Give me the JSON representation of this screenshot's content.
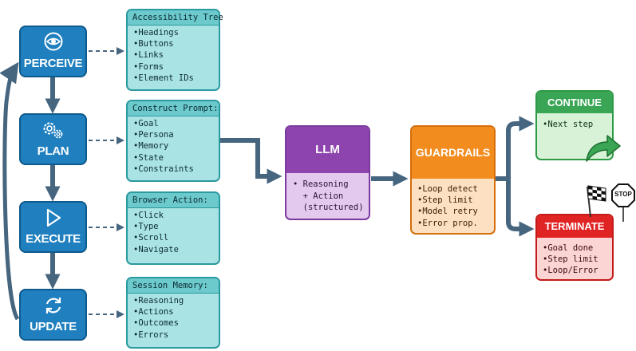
{
  "colors": {
    "stage_fill": "#1f7fbf",
    "panel_fill": "#a9e3e3",
    "llm_accent": "#8e44ad",
    "guardrails_accent": "#f28c1e",
    "continue_accent": "#3aa655",
    "terminate_accent": "#e02424",
    "arrow": "#46657f"
  },
  "stages": [
    {
      "label": "PERCEIVE",
      "icon": "eye-icon"
    },
    {
      "label": "PLAN",
      "icon": "gears-icon"
    },
    {
      "label": "EXECUTE",
      "icon": "play-icon"
    },
    {
      "label": "UPDATE",
      "icon": "refresh-icon"
    }
  ],
  "panels": [
    {
      "title": "Accessibility Tree",
      "items": [
        "Headings",
        "Buttons",
        "Links",
        "Forms",
        "Element IDs"
      ]
    },
    {
      "title": "Construct Prompt:",
      "items": [
        "Goal",
        "Persona",
        "Memory",
        "State",
        "Constraints"
      ]
    },
    {
      "title": "Browser Action:",
      "items": [
        "Click",
        "Type",
        "Scroll",
        "Navigate"
      ]
    },
    {
      "title": "Session Memory:",
      "items": [
        "Reasoning",
        "Actions",
        "Outcomes",
        "Errors"
      ]
    }
  ],
  "llm": {
    "title": "LLM",
    "items": [
      "Reasoning",
      "+ Action",
      "(structured)"
    ]
  },
  "guardrails": {
    "title": "GUARDRAILS",
    "items": [
      "Loop detect",
      "Step limit",
      "Model retry",
      "Error prop."
    ]
  },
  "outcomes": {
    "continue": {
      "title": "CONTINUE",
      "items": [
        "Next step"
      ],
      "icon": "curved-arrow-icon"
    },
    "terminate": {
      "title": "TERMINATE",
      "items": [
        "Goal done",
        "Step limit",
        "Loop/Error"
      ],
      "icons": [
        "checkered-flag-icon",
        "stop-sign-icon"
      ],
      "sign_text": "STOP"
    }
  }
}
